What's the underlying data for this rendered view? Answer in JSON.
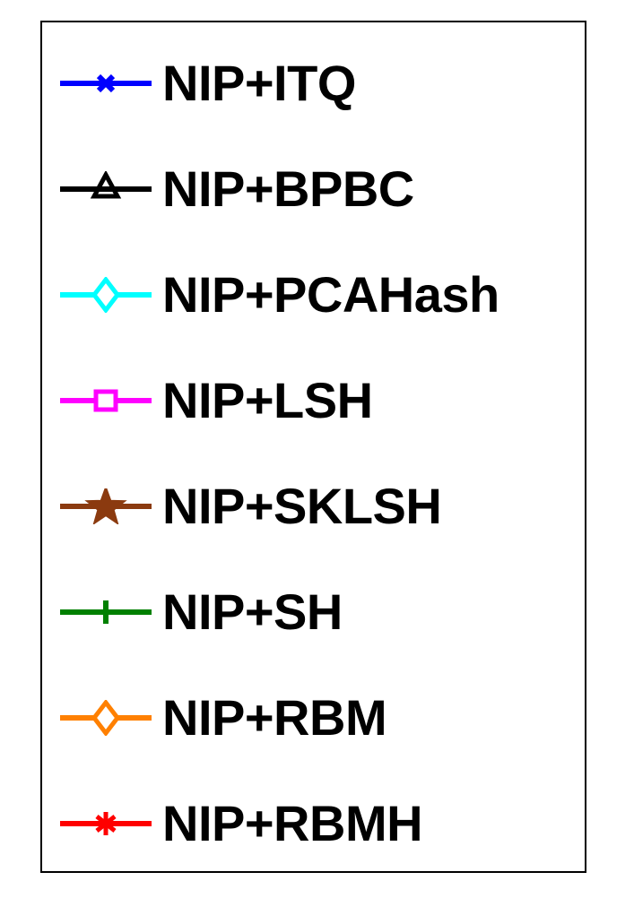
{
  "chart_data": {
    "type": "line",
    "legend_only": true,
    "series": [
      {
        "name": "NIP+ITQ",
        "color": "#0000ff",
        "marker": "x"
      },
      {
        "name": "NIP+BPBC",
        "color": "#000000",
        "marker": "triangle"
      },
      {
        "name": "NIP+PCAHash",
        "color": "#00ffff",
        "marker": "diamond"
      },
      {
        "name": "NIP+LSH",
        "color": "#ff00ff",
        "marker": "square"
      },
      {
        "name": "NIP+SKLSH",
        "color": "#8b3a0f",
        "marker": "star"
      },
      {
        "name": "NIP+SH",
        "color": "#008000",
        "marker": "plus"
      },
      {
        "name": "NIP+RBM",
        "color": "#ff8000",
        "marker": "diamond"
      },
      {
        "name": "NIP+RBMH",
        "color": "#ff0000",
        "marker": "asterisk"
      }
    ]
  }
}
